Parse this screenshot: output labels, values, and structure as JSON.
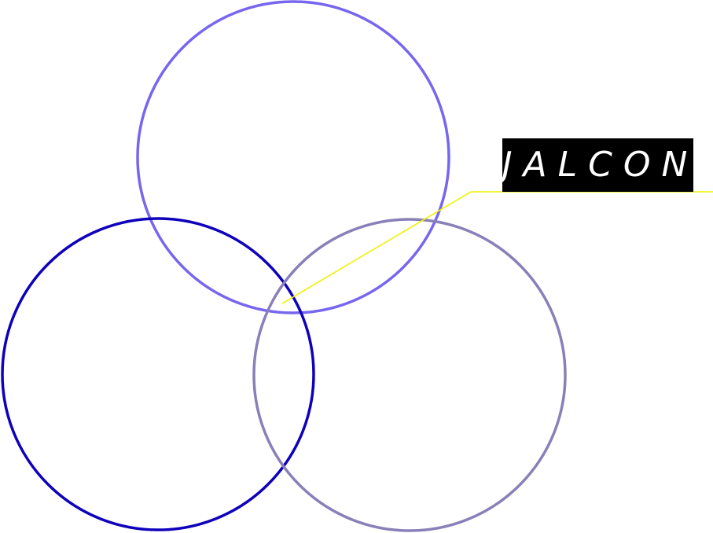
{
  "diagram": {
    "circles": [
      {
        "name": "top-circle",
        "color": "#7766ee"
      },
      {
        "name": "left-circle",
        "color": "#0e00bb"
      },
      {
        "name": "right-circle",
        "color": "#8880b8"
      }
    ],
    "callout": {
      "label": "JALCON",
      "label_background": "#000000",
      "label_color": "#ffffff",
      "leader_color": "#f0f000"
    }
  }
}
